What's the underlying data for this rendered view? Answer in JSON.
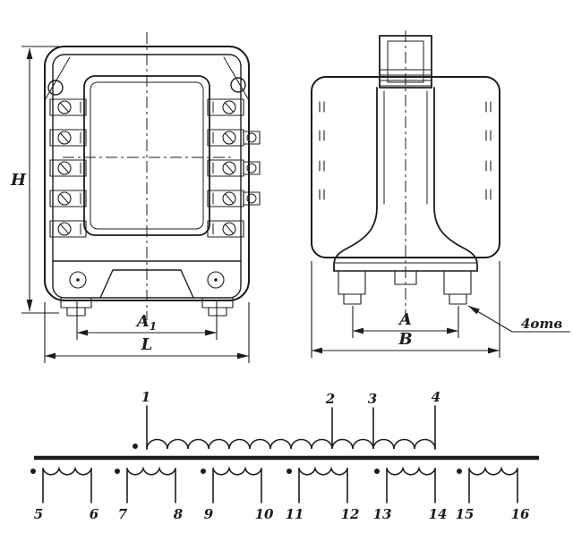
{
  "dimensions": {
    "H": "H",
    "A1": {
      "main": "A",
      "sub": "1"
    },
    "L": "L",
    "A": "A",
    "B": "B",
    "holes_note": "4отв"
  },
  "schematic": {
    "primary_terminals": [
      "1",
      "2",
      "3",
      "4"
    ],
    "secondary_windings": [
      {
        "start": "5",
        "end": "6"
      },
      {
        "start": "7",
        "end": "8"
      },
      {
        "start": "9",
        "end": "10"
      },
      {
        "start": "11",
        "end": "12"
      },
      {
        "start": "13",
        "end": "14"
      },
      {
        "start": "15",
        "end": "16"
      }
    ]
  },
  "colors": {
    "ink": "#1c1c1c",
    "paper": "#ffffff"
  }
}
